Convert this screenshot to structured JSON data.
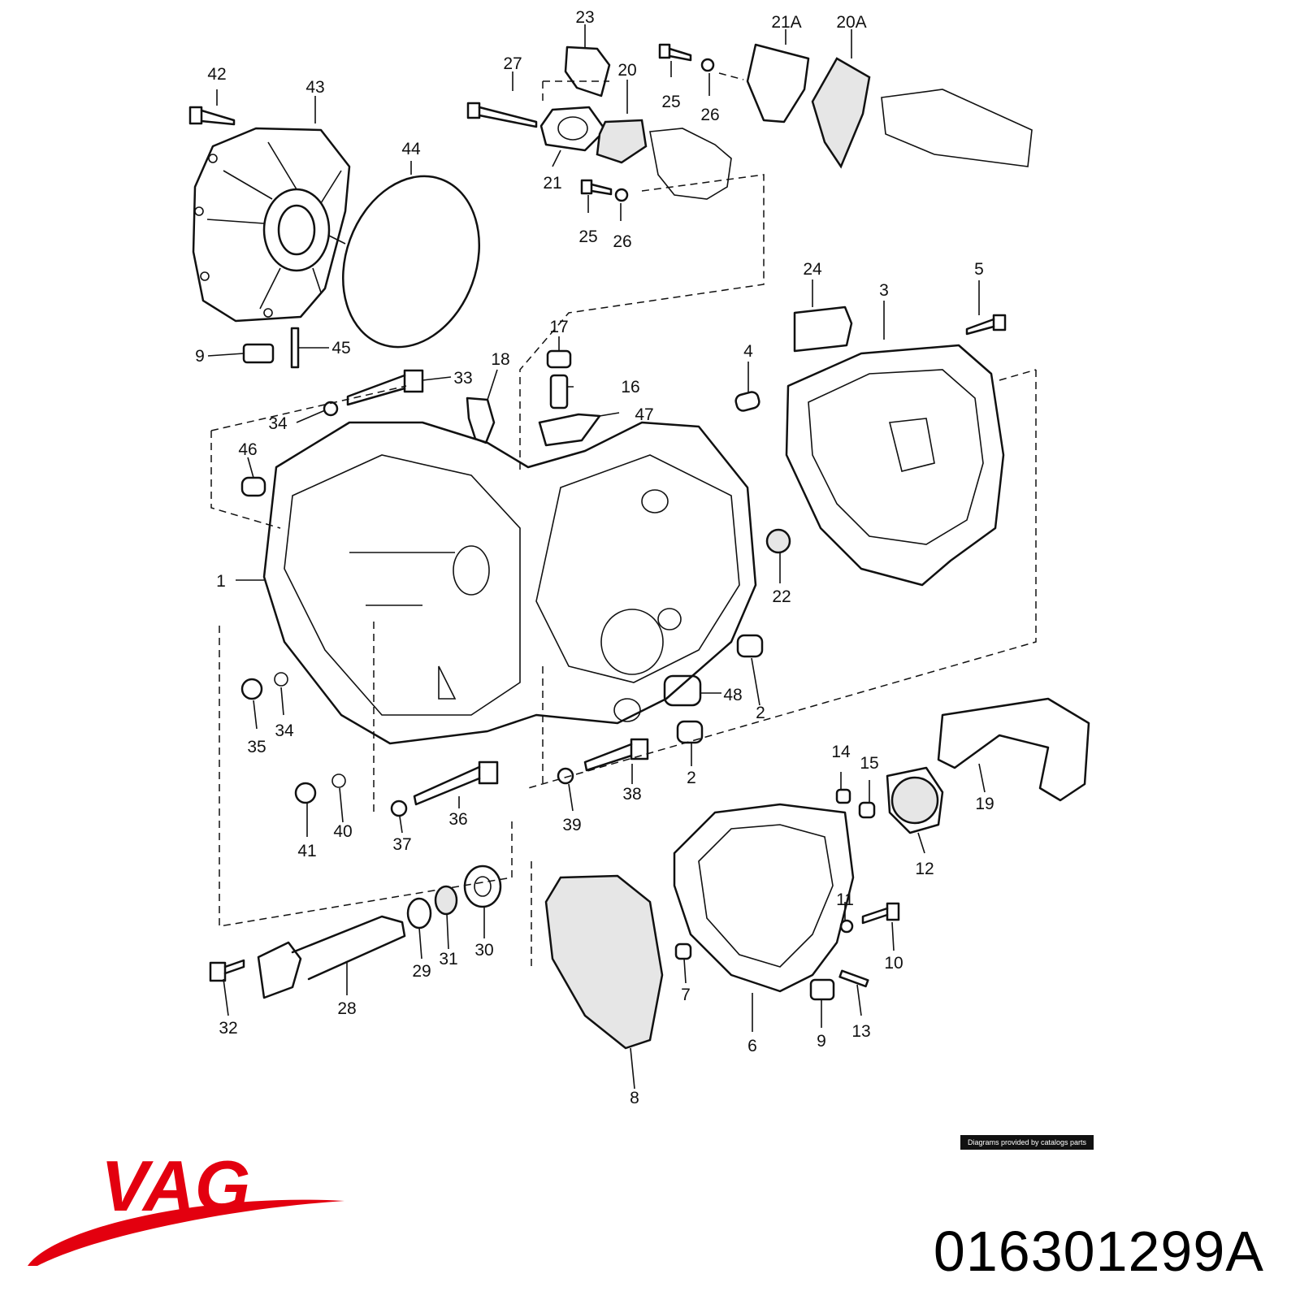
{
  "labels": [
    "1",
    "2",
    "2",
    "3",
    "4",
    "5",
    "6",
    "7",
    "8",
    "9",
    "9",
    "10",
    "11",
    "12",
    "13",
    "14",
    "15",
    "16",
    "17",
    "18",
    "19",
    "20",
    "20A",
    "21",
    "21A",
    "22",
    "23",
    "24",
    "25",
    "25",
    "26",
    "26",
    "27",
    "28",
    "29",
    "30",
    "31",
    "32",
    "33",
    "34",
    "34",
    "35",
    "36",
    "37",
    "38",
    "39",
    "40",
    "41",
    "42",
    "43",
    "44",
    "45",
    "46",
    "47",
    "48"
  ],
  "credit": "Diagrams provided by catalogs parts",
  "brand": {
    "name": "VAG",
    "color": "#e3000f"
  },
  "part_number": "016301299A"
}
